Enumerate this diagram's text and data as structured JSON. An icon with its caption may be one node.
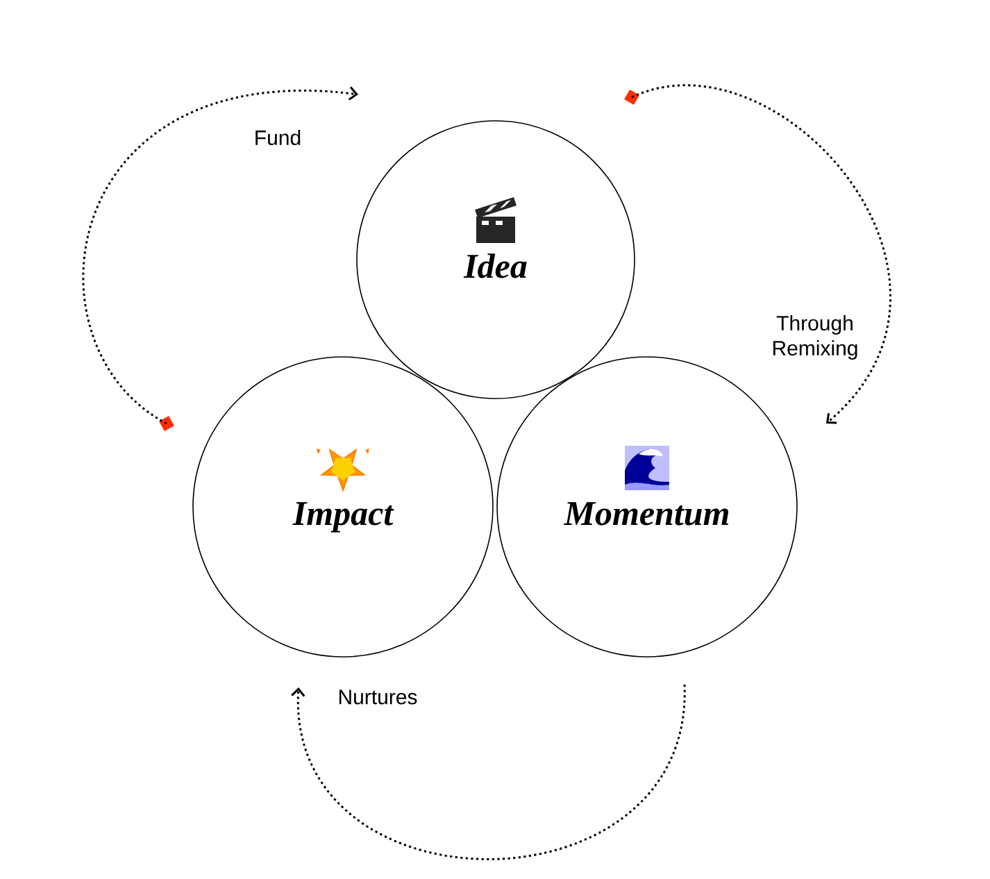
{
  "diagram": {
    "nodes": [
      {
        "text": [
          "Idea"
        ]
      },
      {
        "text": [
          "Impact"
        ]
      },
      {
        "text": [
          "Momentum"
        ]
      }
    ],
    "edges": [
      {
        "from": 1,
        "to": 0,
        "arrow": "to",
        "label": "Fund"
      },
      {
        "from": 0,
        "to": 2,
        "arrow": "to",
        "label": "Through Remixing"
      },
      {
        "from": 2,
        "to": 1,
        "arrow": "to",
        "label": "Nurtures"
      }
    ]
  }
}
